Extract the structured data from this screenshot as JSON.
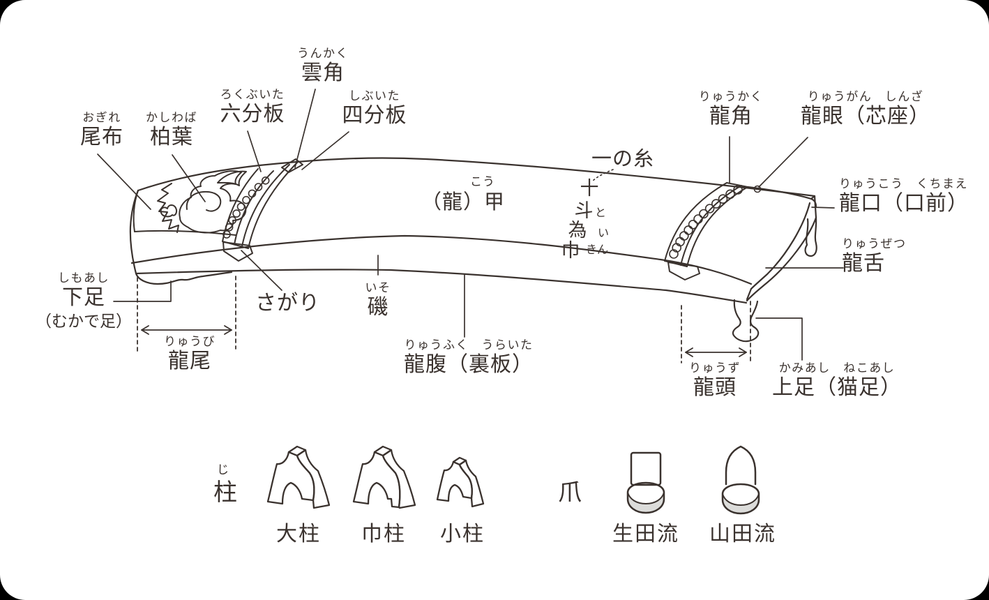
{
  "colors": {
    "ink": "#3a322e",
    "shade": "#dcdcda",
    "background": "#ffffff",
    "outer": "#000000"
  },
  "koto": {
    "labels": {
      "ogire": {
        "furigana": "おぎれ",
        "text": "尾布"
      },
      "kashiwaba": {
        "furigana": "かしわば",
        "text": "柏葉"
      },
      "rokubuita": {
        "furigana": "ろくぶいた",
        "text": "六分板"
      },
      "unkaku": {
        "furigana": "うんかく",
        "text": "雲角"
      },
      "shibuita": {
        "furigana": "しぶいた",
        "text": "四分板"
      },
      "ryukaku": {
        "furigana": "りゅうかく",
        "text": "龍角"
      },
      "ryugan": {
        "furigana": "りゅうがん　しんざ",
        "text": "龍眼（芯座）"
      },
      "ko": {
        "furigana": "こう",
        "text": "（龍）甲"
      },
      "ryuko": {
        "furigana": "りゅうこう　くちまえ",
        "text": "龍口（口前）"
      },
      "ryuzetsu": {
        "furigana": "りゅうぜつ",
        "text": "龍舌"
      },
      "shimoashi": {
        "furigana": "しもあし",
        "text": "下足",
        "note": "（むかで足）"
      },
      "sagari": {
        "text": "さがり"
      },
      "iso": {
        "furigana": "いそ",
        "text": "磯"
      },
      "ryubi": {
        "furigana": "りゅうび",
        "text": "龍尾"
      },
      "ryufuku": {
        "furigana": "りゅうふく　うらいた",
        "text": "龍腹（裏板）"
      },
      "ryuzu": {
        "furigana": "りゅうず",
        "text": "龍頭"
      },
      "kamiashi": {
        "furigana": "かみあし　ねこあし",
        "text": "上足（猫足）"
      }
    },
    "strings": {
      "ichinoito": "一の糸",
      "chars": [
        {
          "kanji": "十",
          "kana": ""
        },
        {
          "kanji": "斗",
          "kana": "と"
        },
        {
          "kanji": "為",
          "kana": "い"
        },
        {
          "kanji": "巾",
          "kana": "きん"
        }
      ]
    }
  },
  "bridges": {
    "heading_furigana": "じ",
    "heading": "柱",
    "items": [
      "大柱",
      "巾柱",
      "小柱"
    ]
  },
  "picks": {
    "heading": "爪",
    "items": [
      "生田流",
      "山田流"
    ]
  }
}
